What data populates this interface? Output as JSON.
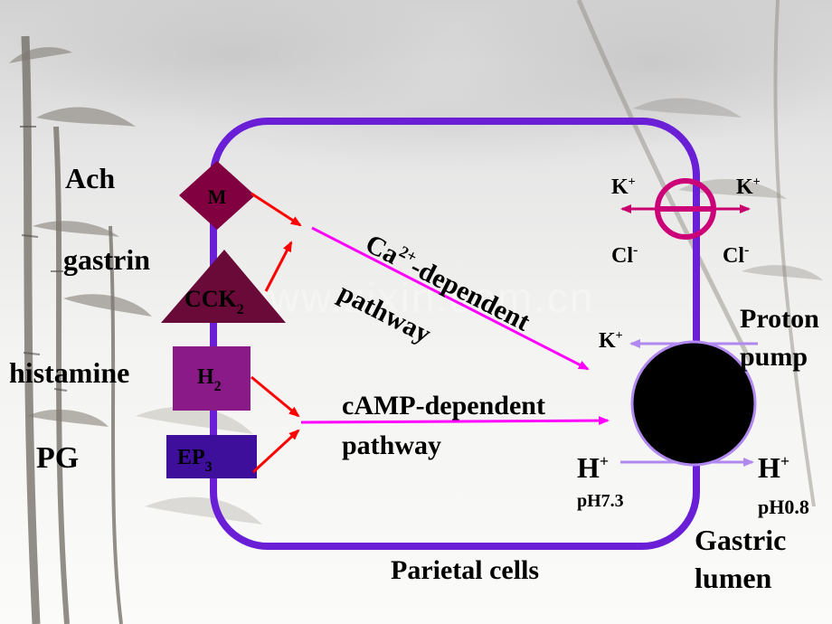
{
  "receptors": {
    "m": "M",
    "cck_main": "CCK",
    "cck_sub": "2",
    "h_main": "H",
    "h_sub": "2",
    "ep_main": "EP",
    "ep_sub": "3"
  },
  "ligands": {
    "ach": "Ach",
    "gastrin": "gastrin",
    "histamine": "histamine",
    "pg": "PG"
  },
  "pathways": {
    "ca_main": "Ca",
    "ca_sup": "2+",
    "ca_rest": "-dependent",
    "ca_line2": "pathway",
    "camp_line1": "cAMP-dependent",
    "camp_line2": "pathway"
  },
  "ions": {
    "k_left": "K",
    "k_right": "K",
    "k_pump": "K",
    "plus": "+",
    "cl_left": "Cl",
    "cl_right": "Cl",
    "minus": "-",
    "h_left": "H",
    "h_right": "H",
    "ph_cell": "pH7.3",
    "ph_lumen": "pH0.8"
  },
  "labels": {
    "proton_pump_1": "Proton",
    "proton_pump_2": "pump",
    "parietal_cells": "Parietal cells",
    "gastric_1": "Gastric",
    "gastric_2": "lumen"
  },
  "watermark": "www.zixin.com.cn",
  "colors": {
    "membrane": "#6a1fd6",
    "m_receptor": "#800040",
    "cck_receptor": "#6a0a38",
    "h2_receptor": "#8a1a88",
    "ep3_receptor": "#3d0f9a",
    "pathway_arrow": "#ff00ff",
    "red_arrow": "#ff0000",
    "k_channel": "#cc0077",
    "pump_outline": "#b088f0"
  }
}
